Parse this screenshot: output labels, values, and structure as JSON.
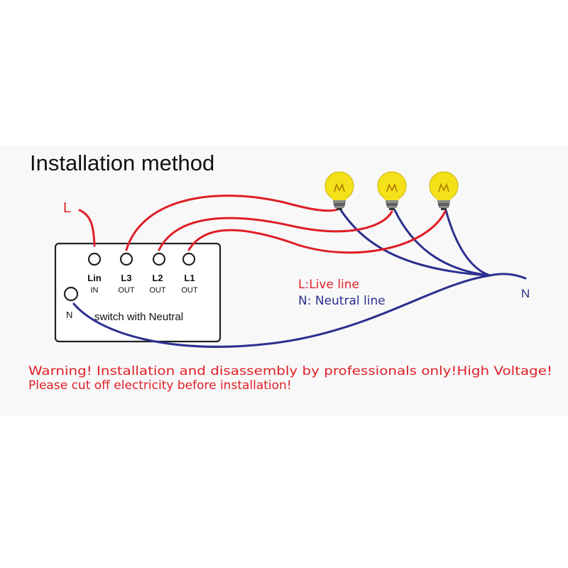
{
  "title": "Installation method",
  "input_label": "L",
  "neutral_out_label": "N",
  "switch": {
    "name": "switch with Neutral",
    "neutral_terminal": "N",
    "terminals": [
      {
        "label": "Lin",
        "sub": "IN"
      },
      {
        "label": "L3",
        "sub": "OUT"
      },
      {
        "label": "L2",
        "sub": "OUT"
      },
      {
        "label": "L1",
        "sub": "OUT"
      }
    ]
  },
  "legend": {
    "live": "L:Live line",
    "neutral": "N: Neutral line"
  },
  "warning": {
    "line1": "Warning! Installation and disassembly by professionals only!High Voltage!",
    "line2": "Please cut off electricity before installation!"
  },
  "colors": {
    "live": "#e01e26",
    "neutral": "#2b2f8f",
    "bulb": "#f5e11a",
    "warning": "#e01e26",
    "box": "#222222"
  },
  "lamp_count": 3
}
